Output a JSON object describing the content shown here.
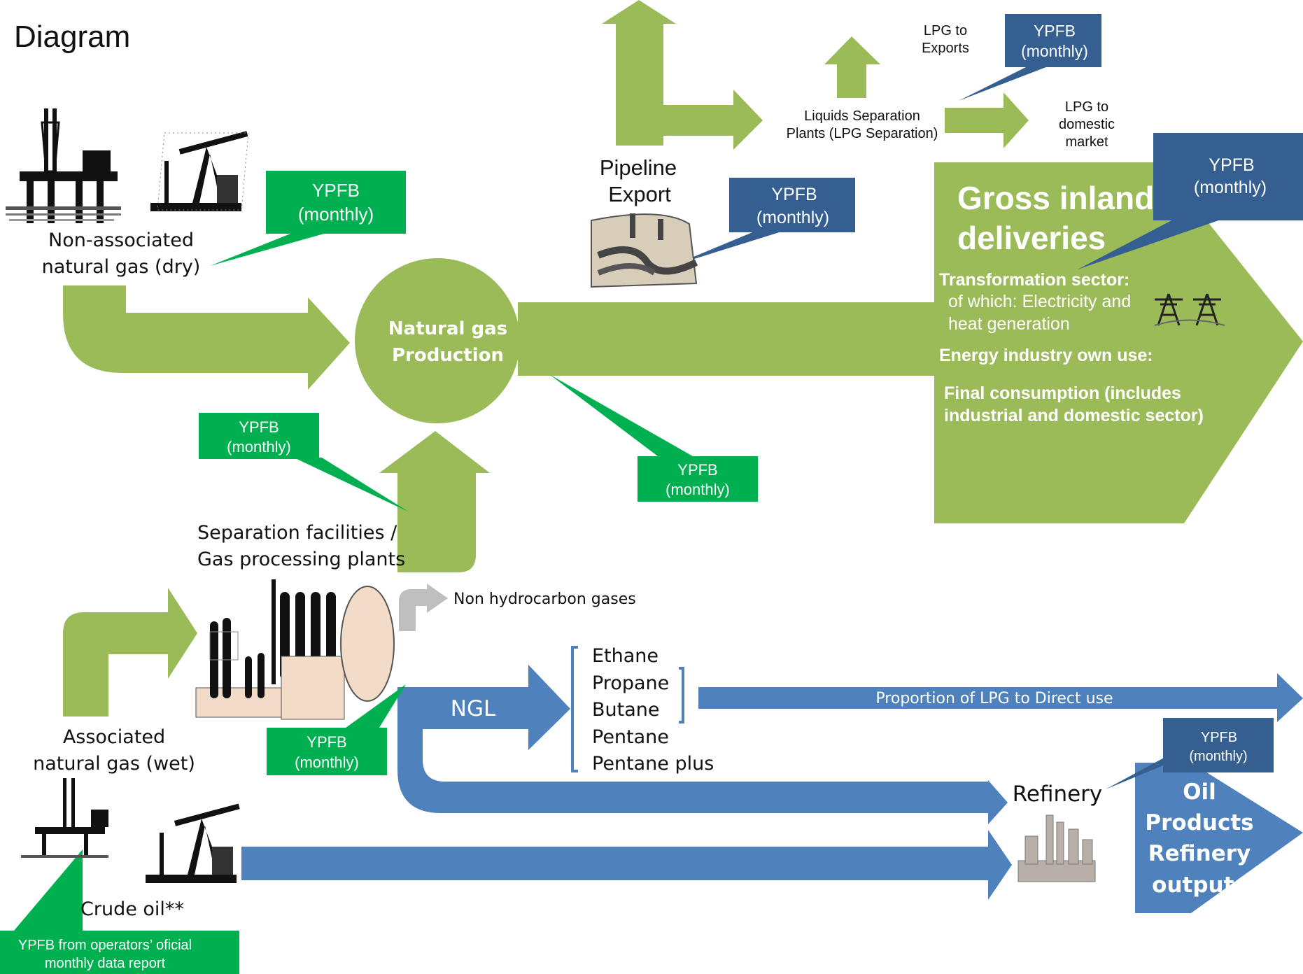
{
  "title": "Diagram",
  "colors": {
    "green_flow": "#9bbb59",
    "green_callout": "#00b050",
    "blue_flow": "#4f81bd",
    "blue_callout": "#355f91",
    "grey_arrow": "#bfbfbf",
    "tank_fill": "#f2dcc8"
  },
  "sources": {
    "non_associated": [
      "Non-associated",
      "natural gas (dry)"
    ],
    "associated": [
      "Associated",
      "natural gas (wet)"
    ],
    "crude": "Crude oil**"
  },
  "nodes": {
    "production": [
      "Natural gas",
      "Production"
    ],
    "pipeline_export": [
      "Pipeline",
      "Export"
    ],
    "liquids_sep": [
      "Liquids Separation",
      "Plants (LPG Separation)"
    ],
    "lpg_exports": [
      "LPG to",
      "Exports"
    ],
    "lpg_domestic": [
      "LPG to",
      "domestic",
      "market"
    ],
    "separation": [
      "Separation facilities /",
      "Gas processing plants"
    ],
    "non_hydrocarbon": "Non hydrocarbon gases",
    "ngl": "NGL",
    "ngl_items": [
      "Ethane",
      "Propane",
      "Butane",
      "Pentane",
      "Pentane plus"
    ],
    "lpg_direct": "Proportion of LPG to Direct use",
    "refinery": "Refinery",
    "oil_products": [
      "Oil",
      "Products",
      "Refinery",
      "outputs"
    ]
  },
  "gross_inland": {
    "title": [
      "Gross inland",
      "deliveries"
    ],
    "transformation": "Transformation sector:",
    "transformation_sub": [
      "of which: Electricity and",
      "heat generation"
    ],
    "own_use": "Energy industry own use:",
    "final": [
      "Final consumption (includes",
      "industrial and domestic sector)"
    ]
  },
  "callouts": {
    "ypfb": [
      "YPFB",
      "(monthly)"
    ],
    "ypfb_operators": [
      "YPFB from operators’ oficial",
      "monthly data report"
    ]
  },
  "icons": [
    "offshore-rig-icon",
    "pumpjack-icon",
    "pipeline-valve-icon",
    "power-tower-icon",
    "gas-plant-icon",
    "refinery-icon"
  ]
}
